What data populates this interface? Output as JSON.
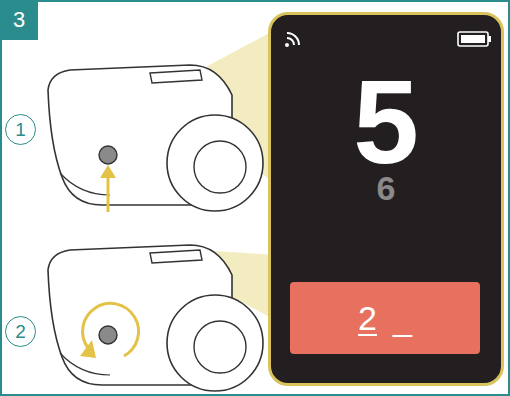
{
  "diagram": {
    "nodes": [
      {
        "text": [
          "3"
        ]
      },
      {
        "text": [
          "1"
        ]
      },
      {
        "text": [
          "2"
        ]
      },
      {
        "text": [
          "5",
          "6"
        ]
      },
      {
        "text": [
          "2",
          "_"
        ],
        "in": 3
      }
    ]
  }
}
